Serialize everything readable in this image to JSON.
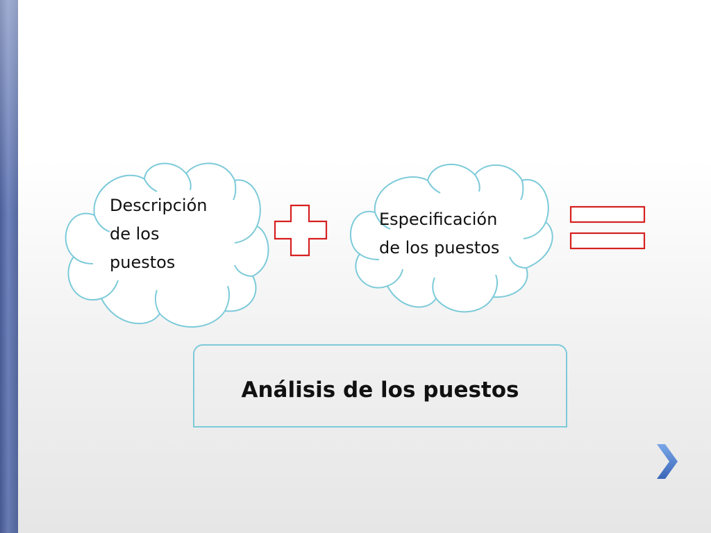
{
  "diagram": {
    "cloud_left": {
      "text": "Descripción\nde los\npuestos"
    },
    "plus_operator": {
      "icon": "plus-icon"
    },
    "cloud_right": {
      "text": "Especificación\nde los puestos"
    },
    "equals_operator": {
      "icon": "equals-icon"
    },
    "result": {
      "title": "Análisis de los puestos"
    }
  },
  "navigation": {
    "next_icon": "chevron-right-icon"
  },
  "colors": {
    "cloud_outline": "#7ccad9",
    "operator_outline": "#d62020",
    "accent_bar": "#5b6fa8",
    "nav_arrow": "#4a78c8"
  }
}
